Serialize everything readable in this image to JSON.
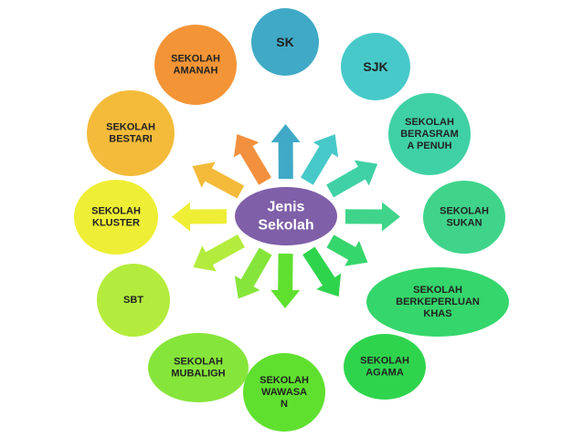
{
  "center": {
    "lines": [
      "Jenis",
      "Sekolah"
    ],
    "color": "#7f5fa8"
  },
  "nodes": [
    {
      "id": "sk",
      "lines": [
        "SK"
      ],
      "color": "#3fa9c6",
      "arrow_color": "#3fa9c6"
    },
    {
      "id": "sjk",
      "lines": [
        "SJK"
      ],
      "color": "#47c9c9",
      "arrow_color": "#47c9c9"
    },
    {
      "id": "sekolah-berasrama-penuh",
      "lines": [
        "SEKOLAH",
        "BERASRAM",
        "A PENUH"
      ],
      "color": "#3fd1a5",
      "arrow_color": "#3fd1a5"
    },
    {
      "id": "sekolah-sukan",
      "lines": [
        "SEKOLAH",
        "SUKAN"
      ],
      "color": "#3fd48a",
      "arrow_color": "#3fd48a"
    },
    {
      "id": "sekolah-berkeperluan-khas",
      "lines": [
        "SEKOLAH",
        "BERKEPERLUAN",
        "KHAS"
      ],
      "color": "#35d66b",
      "arrow_color": "#35d66b"
    },
    {
      "id": "sekolah-agama",
      "lines": [
        "SEKOLAH",
        "AGAMA"
      ],
      "color": "#2fd44d",
      "arrow_color": "#2fd44d"
    },
    {
      "id": "sekolah-wawasan",
      "lines": [
        "SEKOLAH",
        "WAWASA",
        "N"
      ],
      "color": "#5fe02e",
      "arrow_color": "#5fe02e"
    },
    {
      "id": "sekolah-mubaligh",
      "lines": [
        "SEKOLAH",
        "MUBALIGH"
      ],
      "color": "#86e53a",
      "arrow_color": "#86e53a"
    },
    {
      "id": "sbt",
      "lines": [
        "SBT"
      ],
      "color": "#b3ec3c",
      "arrow_color": "#b3ec3c"
    },
    {
      "id": "sekolah-kluster",
      "lines": [
        "SEKOLAH",
        "KLUSTER"
      ],
      "color": "#eeee36",
      "arrow_color": "#eeee36"
    },
    {
      "id": "sekolah-bestari",
      "lines": [
        "SEKOLAH",
        "BESTARI"
      ],
      "color": "#f4bb3a",
      "arrow_color": "#f4bb3a"
    },
    {
      "id": "sekolah-amanah",
      "lines": [
        "SEKOLAH",
        "AMANAH"
      ],
      "color": "#f39436",
      "arrow_color": "#f3903e"
    }
  ]
}
